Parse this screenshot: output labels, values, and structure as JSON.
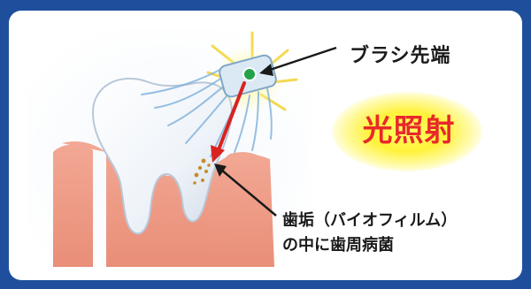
{
  "labels": {
    "brush_tip": "ブラシ先端",
    "light_irradiation": "光照射",
    "plaque_line1": "歯垢（バイオフィルム）",
    "plaque_line2": "の中に歯周病菌"
  },
  "colors": {
    "frame": "#1f4f9c",
    "panel": "#ffffff",
    "gum": "#ef9e88",
    "tooth": "#f4f8fc",
    "light_text": "#e8282b",
    "glow": "#fff23a",
    "beam": "#d8231f",
    "arrow": "#1a1a1a"
  }
}
